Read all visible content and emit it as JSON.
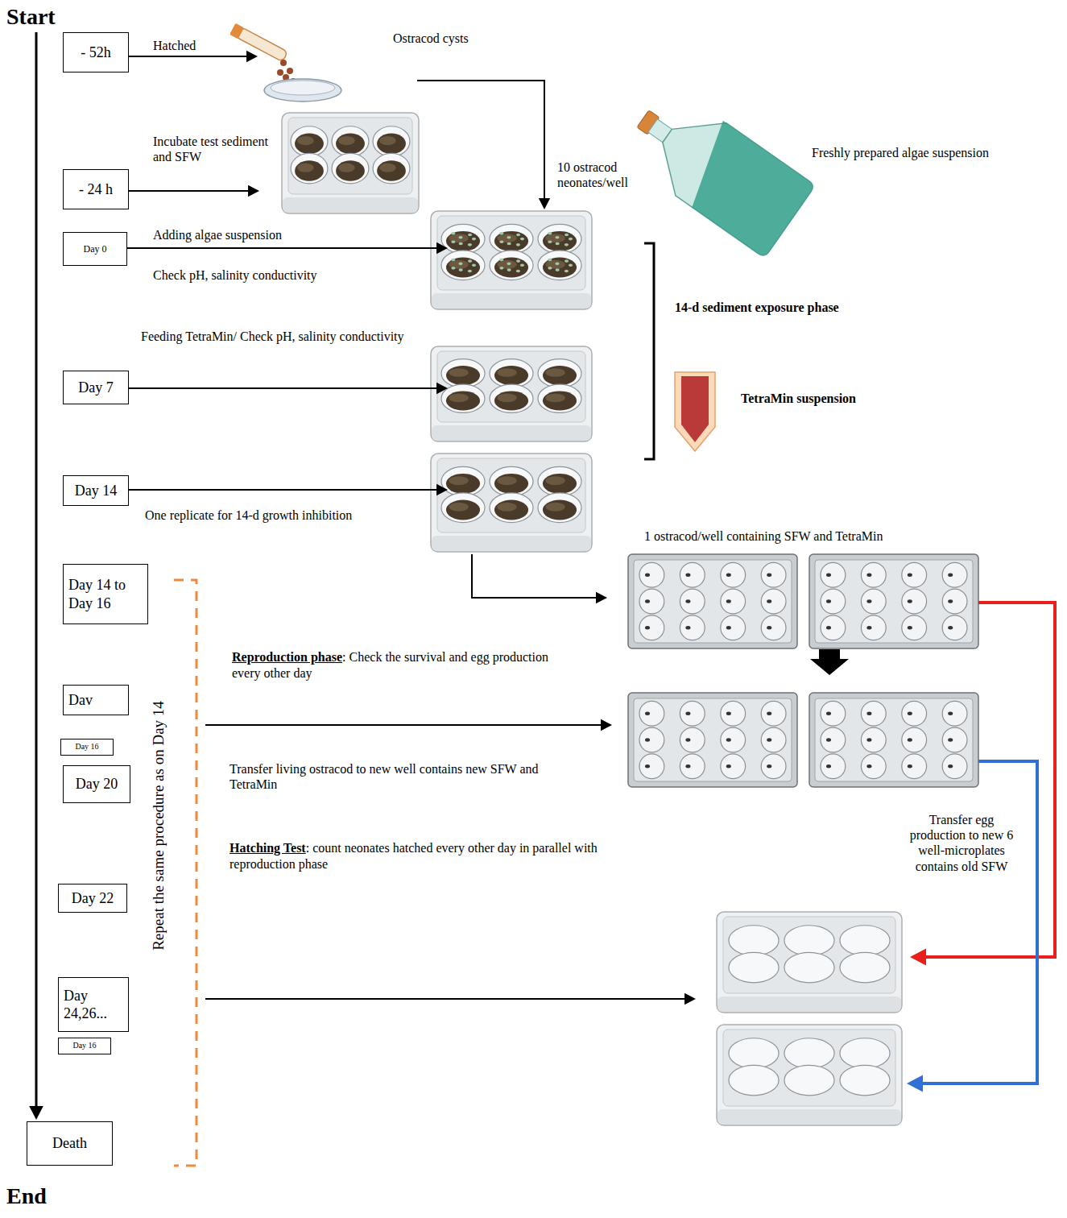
{
  "diagram": {
    "nodes": [
      {
        "text": [
          "- 52h"
        ]
      },
      {
        "text": [
          "- 24 h"
        ]
      },
      {
        "text": [
          "Day 0"
        ]
      },
      {
        "text": [
          "Day 7"
        ]
      },
      {
        "text": [
          "Day 14"
        ]
      },
      {
        "text": [
          "Day 14 to Day 16"
        ]
      },
      {
        "text": [
          "Dav"
        ]
      },
      {
        "text": [
          "Day 16"
        ]
      },
      {
        "text": [
          "Day 20"
        ]
      },
      {
        "text": [
          "Day 22"
        ]
      },
      {
        "text": [
          "Day 24,26..."
        ]
      },
      {
        "text": [
          "Day 16"
        ]
      },
      {
        "text": [
          "Death"
        ]
      }
    ],
    "labels": [
      "Start",
      "Hatched",
      "Ostracod cysts",
      "10 ostracod neonates/well",
      "Freshly prepared algae suspension",
      "Incubate test sediment and SFW",
      "Adding algae suspension",
      "Check pH, salinity conductivity",
      "14-d sediment exposure phase",
      "Feeding TetraMin/ Check pH, salinity conductivity",
      "TetraMin suspension",
      "One replicate for 14-d growth inhibition",
      "1 ostracod/well containing SFW and TetraMin",
      "Repeat the same procedure as on Day 14",
      "Reproduction phase",
      ": Check the survival and egg production every other day",
      "Transfer living ostracod to new well contains new SFW and TetraMin",
      "Transfer egg production to new 6 well-microplates contains old SFW",
      "Hatching Test",
      ": count neonates hatched every other day in parallel with reproduction phase",
      "End"
    ]
  }
}
